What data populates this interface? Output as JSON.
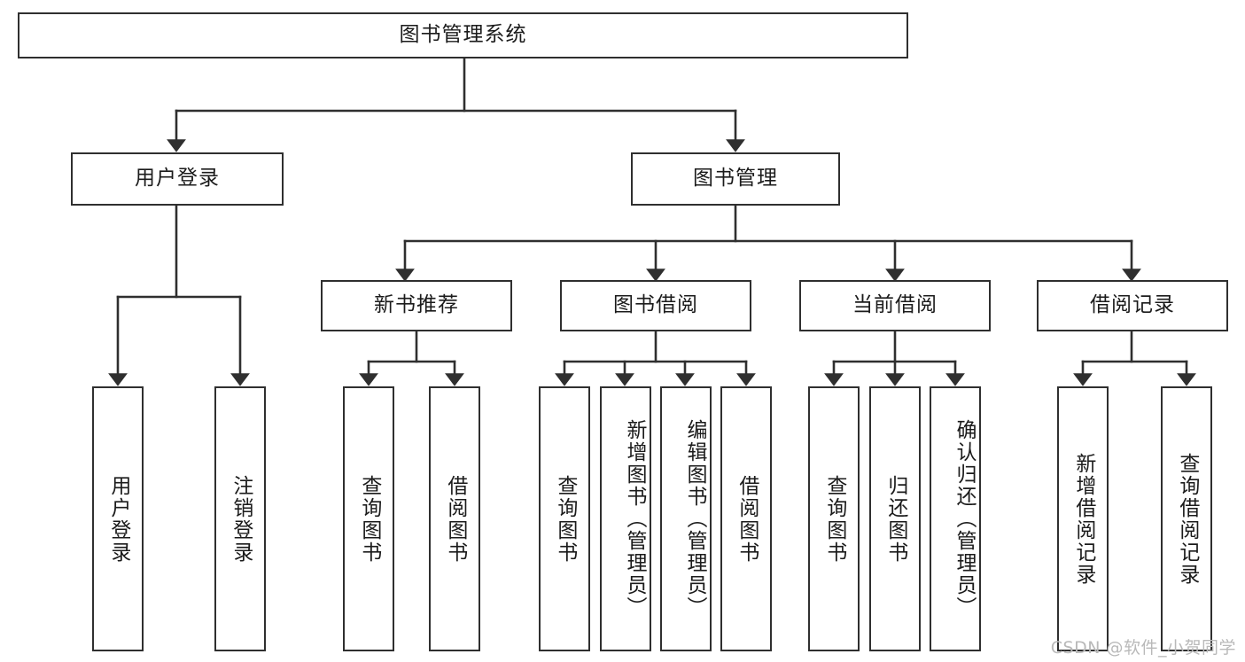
{
  "diagram": {
    "type": "tree-hierarchy",
    "title": "图书管理系统",
    "orientation": "top-down",
    "colors": {
      "box_border": "#2f2f2f",
      "box_fill": "#ffffff",
      "edge": "#2f2f2f",
      "text": "#1b1b1b",
      "watermark": "#b9b9b9",
      "background": "#ffffff"
    },
    "root": {
      "id": "root",
      "label": "图书管理系统"
    },
    "level2": [
      {
        "id": "user-login",
        "label": "用户登录"
      },
      {
        "id": "book-manage",
        "label": "图书管理"
      }
    ],
    "level3": [
      {
        "id": "new-book-recommend",
        "label": "新书推荐",
        "parent": "book-manage"
      },
      {
        "id": "book-borrow",
        "label": "图书借阅",
        "parent": "book-manage"
      },
      {
        "id": "current-borrow",
        "label": "当前借阅",
        "parent": "book-manage"
      },
      {
        "id": "borrow-record",
        "label": "借阅记录",
        "parent": "book-manage"
      }
    ],
    "leaves": [
      {
        "id": "leaf-user-login",
        "label": "用户登录",
        "parent": "user-login"
      },
      {
        "id": "leaf-logout",
        "label": "注销登录",
        "parent": "user-login"
      },
      {
        "id": "leaf-query-book-1",
        "label": "查询图书",
        "parent": "new-book-recommend"
      },
      {
        "id": "leaf-borrow-book-1",
        "label": "借阅图书",
        "parent": "new-book-recommend"
      },
      {
        "id": "leaf-query-book-2",
        "label": "查询图书",
        "parent": "book-borrow"
      },
      {
        "id": "leaf-add-book",
        "label": "新增图书（管理员）",
        "parent": "book-borrow"
      },
      {
        "id": "leaf-edit-book",
        "label": "编辑图书（管理员）",
        "parent": "book-borrow"
      },
      {
        "id": "leaf-borrow-book-2",
        "label": "借阅图书",
        "parent": "book-borrow"
      },
      {
        "id": "leaf-query-book-3",
        "label": "查询图书",
        "parent": "current-borrow"
      },
      {
        "id": "leaf-return-book",
        "label": "归还图书",
        "parent": "current-borrow"
      },
      {
        "id": "leaf-confirm-return",
        "label": "确认归还（管理员）",
        "parent": "current-borrow"
      },
      {
        "id": "leaf-add-record",
        "label": "新增借阅记录",
        "parent": "borrow-record"
      },
      {
        "id": "leaf-query-record",
        "label": "查询借阅记录",
        "parent": "borrow-record"
      }
    ]
  },
  "watermark": {
    "text": "CSDN @软件_小贺同学"
  }
}
